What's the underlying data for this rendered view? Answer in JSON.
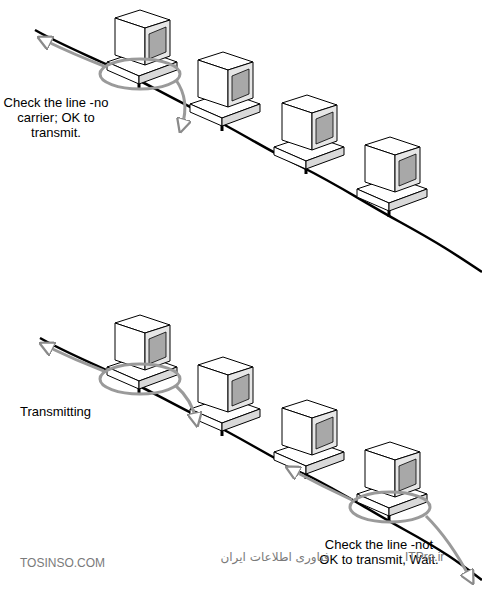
{
  "diagram": {
    "labels": [
      "Check the line -no carrier; OK to transmit.",
      "Transmitting",
      "Check the line -not OK to transmit, Wait.",
      "TOSINSO.COM",
      "فناوری اطلاعات ایران",
      "ITPro.ir"
    ]
  }
}
